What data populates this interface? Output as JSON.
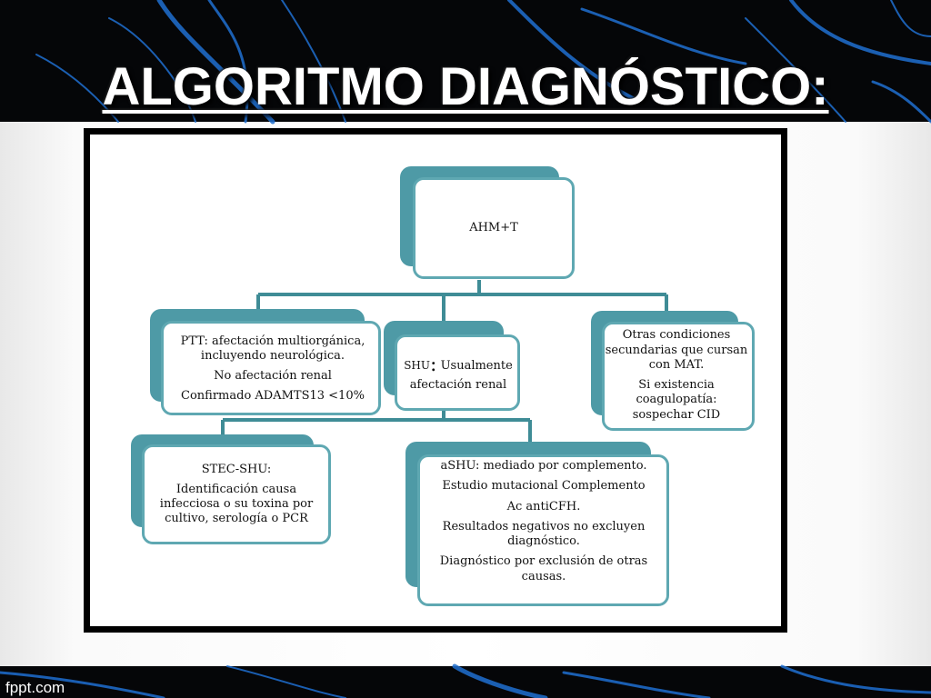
{
  "slide": {
    "title": "ALGORITMO DIAGNÓSTICO:",
    "footer": "fppt.com"
  },
  "colors": {
    "box_back": "#4e9aa6",
    "box_border": "#5fa8b2",
    "connector": "#3f8c96",
    "vein": "#1f6fd0"
  },
  "diagram": {
    "root": {
      "text": "AHM+T"
    },
    "ptt": {
      "lines": [
        "PTT: afectación multiorgánica, incluyendo neurológica.",
        "No afectación renal",
        "Confirmado ADAMTS13 <10%"
      ]
    },
    "shu": {
      "prefix": "SHU",
      "colon": ":",
      "text": " Usualmente afectación renal"
    },
    "otras": {
      "lines": [
        "Otras condiciones secundarias que cursan con MAT.",
        "Si existencia coagulopatía: sospechar CID"
      ]
    },
    "stec": {
      "lines": [
        "STEC-SHU:",
        "Identificación causa infecciosa o su toxina por cultivo, serología o PCR"
      ]
    },
    "ashu": {
      "lines": [
        "aSHU: mediado por complemento.",
        "Estudio mutacional Complemento",
        "Ac antiCFH.",
        "Resultados negativos no excluyen diagnóstico.",
        "Diagnóstico por exclusión de otras causas."
      ]
    }
  }
}
